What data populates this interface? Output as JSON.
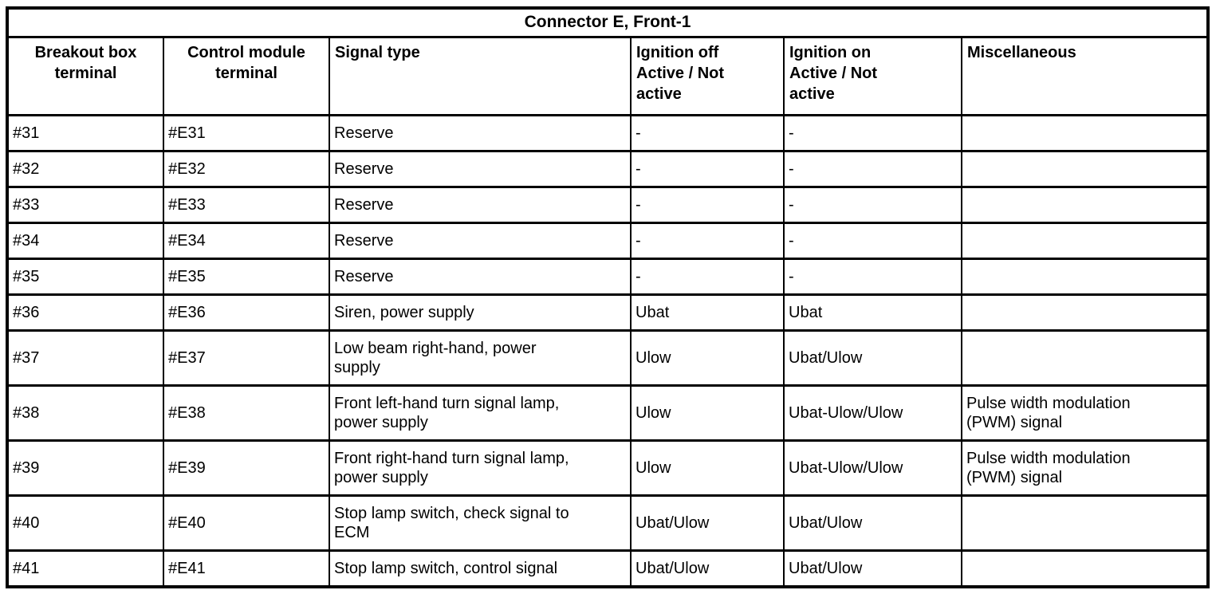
{
  "colors": {
    "border": "#000000",
    "text": "#000000",
    "background": "#ffffff"
  },
  "table": {
    "title": "Connector E, Front-1",
    "columns": [
      "Breakout box\nterminal",
      "Control module\nterminal",
      "Signal type",
      "Ignition off\nActive / Not\nactive",
      "Ignition on\nActive / Not\nactive",
      "Miscellaneous"
    ],
    "rows": [
      {
        "breakout": "#31",
        "module": "#E31",
        "signal": "Reserve",
        "ignition_off": "-",
        "ignition_on": "-",
        "misc": ""
      },
      {
        "breakout": "#32",
        "module": "#E32",
        "signal": "Reserve",
        "ignition_off": "-",
        "ignition_on": "-",
        "misc": ""
      },
      {
        "breakout": "#33",
        "module": "#E33",
        "signal": "Reserve",
        "ignition_off": "-",
        "ignition_on": "-",
        "misc": ""
      },
      {
        "breakout": "#34",
        "module": "#E34",
        "signal": "Reserve",
        "ignition_off": "-",
        "ignition_on": "-",
        "misc": ""
      },
      {
        "breakout": "#35",
        "module": "#E35",
        "signal": "Reserve",
        "ignition_off": "-",
        "ignition_on": "-",
        "misc": ""
      },
      {
        "breakout": "#36",
        "module": "#E36",
        "signal": "Siren, power supply",
        "ignition_off": "Ubat",
        "ignition_on": "Ubat",
        "misc": ""
      },
      {
        "breakout": "#37",
        "module": "#E37",
        "signal": "Low beam right-hand, power\nsupply",
        "ignition_off": "Ulow",
        "ignition_on": "Ubat/Ulow",
        "misc": ""
      },
      {
        "breakout": "#38",
        "module": "#E38",
        "signal": "Front left-hand turn signal lamp,\npower supply",
        "ignition_off": "Ulow",
        "ignition_on": "Ubat-Ulow/Ulow",
        "misc": "Pulse width modulation\n(PWM) signal"
      },
      {
        "breakout": "#39",
        "module": "#E39",
        "signal": "Front right-hand turn signal lamp,\npower supply",
        "ignition_off": "Ulow",
        "ignition_on": "Ubat-Ulow/Ulow",
        "misc": "Pulse width modulation\n(PWM) signal"
      },
      {
        "breakout": "#40",
        "module": "#E40",
        "signal": "Stop lamp switch, check signal to\nECM",
        "ignition_off": "Ubat/Ulow",
        "ignition_on": "Ubat/Ulow",
        "misc": ""
      },
      {
        "breakout": "#41",
        "module": "#E41",
        "signal": "Stop lamp switch, control signal",
        "ignition_off": "Ubat/Ulow",
        "ignition_on": "Ubat/Ulow",
        "misc": ""
      }
    ]
  }
}
